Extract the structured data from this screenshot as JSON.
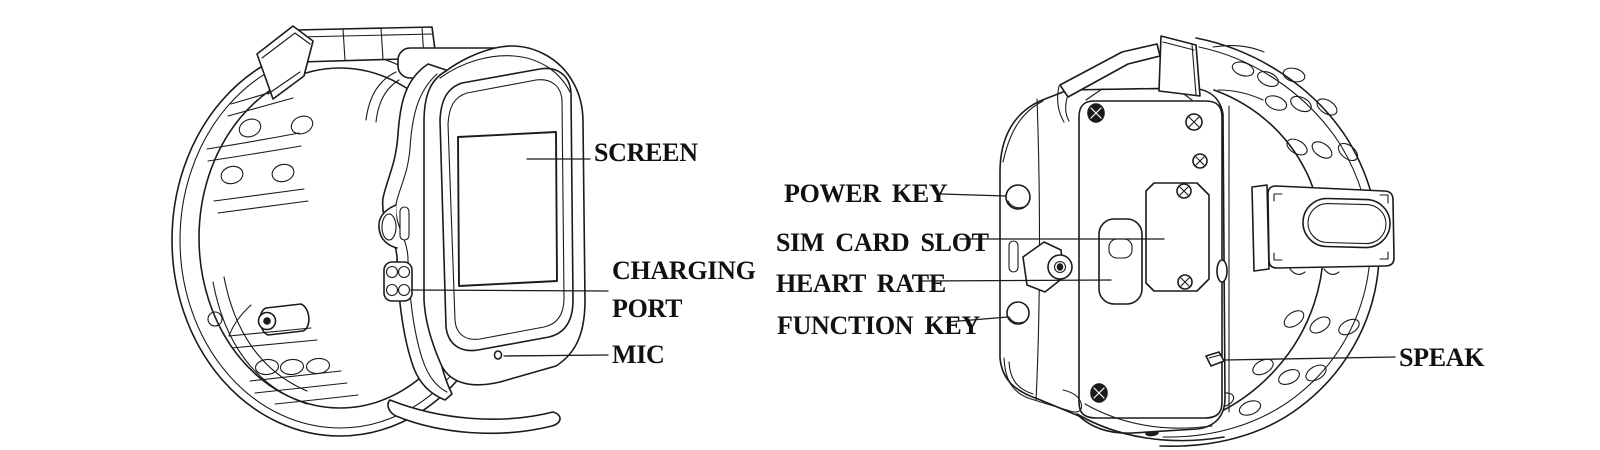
{
  "page": {
    "background_color": "#ffffff"
  },
  "diagram": {
    "description": "Smartwatch parts diagram, front view and back view with callouts",
    "line_color": "#1b1b1b",
    "label_color": "#111111",
    "front_view": {
      "labels": {
        "screen": "SCREEN",
        "charging_port_line1": "CHARGING",
        "charging_port_line2": "PORT",
        "mic": "MIC"
      }
    },
    "back_view": {
      "labels": {
        "power_key": "POWER KEY",
        "sim_card_slot": "SIM CARD SLOT",
        "heart_rate": "HEART RATE",
        "function_key": "FUNCTION KEY",
        "speak": "SPEAK"
      }
    }
  }
}
